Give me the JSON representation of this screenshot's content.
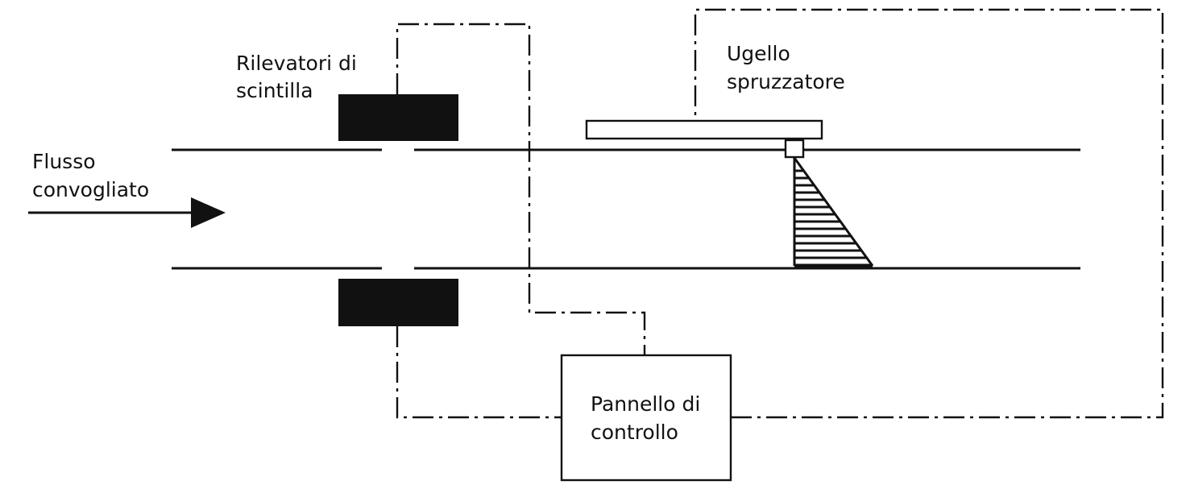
{
  "labels": {
    "detectors_line1": "Rilevatori di",
    "detectors_line2": "scintilla",
    "nozzle_line1": "Ugello",
    "nozzle_line2": "spruzzatore",
    "flow_line1": "Flusso",
    "flow_line2": "convogliato",
    "panel_line1": "Pannello di",
    "panel_line2": "controllo"
  },
  "colors": {
    "ink": "#111111",
    "background": "#ffffff"
  }
}
